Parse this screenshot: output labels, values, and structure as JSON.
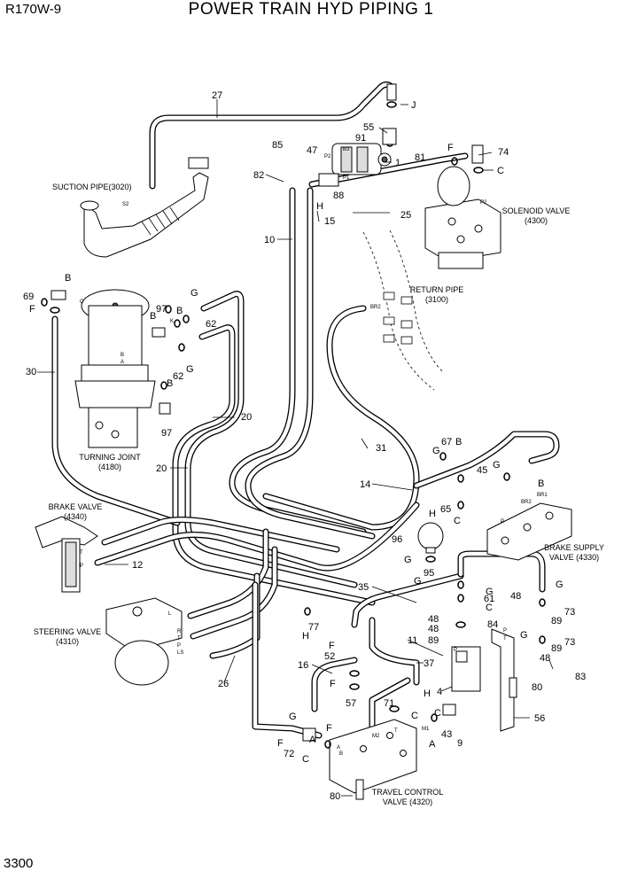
{
  "header": {
    "model": "R170W-9",
    "title": "POWER TRAIN HYD PIPING 1",
    "page_number": "3300"
  },
  "components": {
    "suction_pipe": [
      "SUCTION PIPE(3020)"
    ],
    "solenoid_valve": [
      "SOLENOID VALVE",
      "(4300)"
    ],
    "return_pipe": [
      "RETURN PIPE",
      "(3100)"
    ],
    "turning_joint": [
      "TURNING JOINT",
      "(4180)"
    ],
    "brake_valve": [
      "BRAKE VALVE",
      "(4340)"
    ],
    "brake_supply_valve": [
      "BRAKE SUPPLY",
      "VALVE (4330)"
    ],
    "steering_valve": [
      "STEERING VALVE",
      "(4310)"
    ],
    "travel_control_valve": [
      "TRAVEL CONTROL",
      "VALVE (4320)"
    ]
  },
  "part_numbers": {
    "p1": "1",
    "p4": "4",
    "p9": "9",
    "p10": "10",
    "p11": "11",
    "p12": "12",
    "p14": "14",
    "p15": "15",
    "p16": "16",
    "p20a": "20",
    "p20b": "20",
    "p25": "25",
    "p26": "26",
    "p27": "27",
    "p30": "30",
    "p31": "31",
    "p35": "35",
    "p37": "37",
    "p43": "43",
    "p45": "45",
    "p47": "47",
    "p48a": "48",
    "p48b": "48",
    "p48c": "48",
    "p48d": "48",
    "p52": "52",
    "p55": "55",
    "p56": "56",
    "p57": "57",
    "p61": "61",
    "p62a": "62",
    "p62b": "62",
    "p65": "65",
    "p67": "67",
    "p69": "69",
    "p71": "71",
    "p72": "72",
    "p73a": "73",
    "p73b": "73",
    "p74": "74",
    "p77": "77",
    "p80a": "80",
    "p80b": "80",
    "p81": "81",
    "p82": "82",
    "p83": "83",
    "p84": "84",
    "p85": "85",
    "p88": "88",
    "p89a": "89",
    "p89b": "89",
    "p89c": "89",
    "p91": "91",
    "p95": "95",
    "p96": "96",
    "p97a": "97",
    "p97b": "97"
  },
  "letters": {
    "j": "J",
    "f_top": "F",
    "c_top": "C",
    "h_pump": "H",
    "b_tj": "B",
    "f_tj": "F",
    "b_r1": "B",
    "g_r1": "G",
    "b_r2": "B",
    "g_r2": "G",
    "b_r3": "B",
    "g_67": "G",
    "b_67": "B",
    "h_65": "H",
    "c_65": "C",
    "g_45": "G",
    "b_45": "B",
    "g_96": "G",
    "g_95": "G",
    "g_61": "G",
    "c_61": "C",
    "g_48": "G",
    "g_89": "G",
    "h_77": "H",
    "f_52": "F",
    "f_16": "F",
    "h_71": "H",
    "c_71": "C",
    "g_72": "G",
    "f_72": "F",
    "c_72": "C",
    "a_72": "A",
    "a_43": "A",
    "c_43": "C",
    "f_57": "F"
  },
  "port_marks": {
    "s2": "S2",
    "p2_pump": "P2",
    "b3": "B3",
    "p1_pump": "P1",
    "p2_sol": "P2",
    "br2": "BR2",
    "br1": "BR1",
    "p_bsv": "P",
    "m2": "M2",
    "m1": "M1",
    "t_tcv": "T",
    "a_tcv": "A",
    "b_tcv": "B",
    "p_tcv": "P",
    "l_sv": "L",
    "r_sv": "R",
    "t_sv": "T",
    "p_sv": "P",
    "ls_sv": "LS",
    "k_tj": "K",
    "p_ss": "P",
    "t_ss": "T",
    "b_tj2": "B",
    "a_tj": "A",
    "c_tj": "C",
    "t_bv": "T",
    "p_bv": "P",
    "br2_tj": "BR2"
  }
}
